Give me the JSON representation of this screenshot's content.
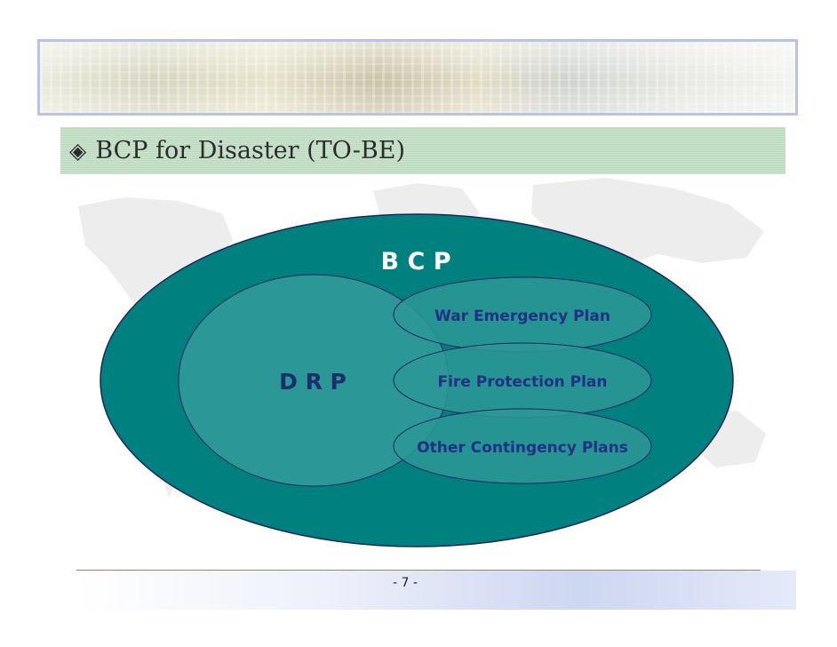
{
  "slide": {
    "title_icon": "◈",
    "title": "BCP for Disaster (TO-BE)",
    "page_number": "- 7 -"
  },
  "diagram": {
    "outer_label": "B C P",
    "inner_label": "D R P",
    "plans": [
      "War Emergency Plan",
      "Fire Protection Plan",
      "Other Contingency Plans"
    ]
  },
  "colors": {
    "outer_fill": "#00807f",
    "inner_fill": "#2b9897",
    "plan_text": "#223086",
    "label_text": "#ffffff",
    "drp_text": "#1b2f6a",
    "title_bar": "#c4ddc6",
    "banner_border": "#b9c3ea"
  }
}
